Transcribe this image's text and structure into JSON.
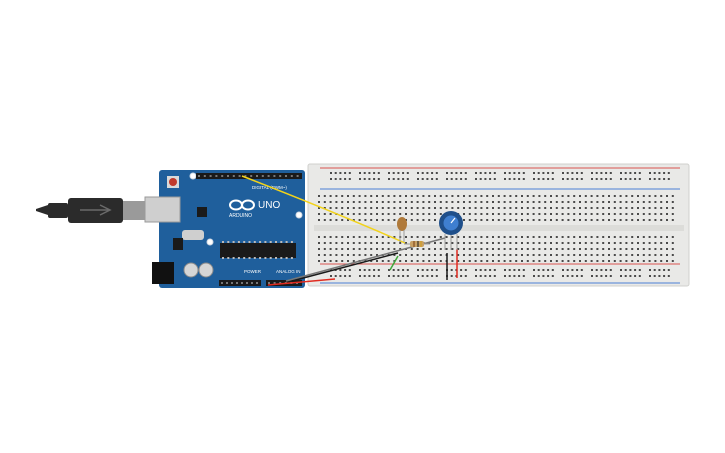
{
  "arduino": {
    "brand": "ARDUINO",
    "model": "UNO",
    "digital_label": "DIGITAL (PWM~)",
    "power_label": "POWER",
    "analog_label": "ANALOG IN",
    "board_color": "#1f5f9c",
    "header_color": "#1a1a1a"
  },
  "usb_cable": {
    "color": "#2b2b2b"
  },
  "breadboard": {
    "color": "#e9e9e7",
    "hole_color": "#4a4a4a",
    "rail_red": "#d9534f",
    "rail_blue": "#4a7fd4"
  },
  "components": {
    "potentiometer": {
      "color": "#1f4f8a",
      "knob_color": "#3f7fd0"
    },
    "ldr": {
      "color": "#b07a3a"
    },
    "resistor": {
      "color": "#c8a064"
    }
  },
  "wires": {
    "signal": "#f2d31b",
    "ground": "#1a1a1a",
    "power": "#e02b20",
    "analog": "#777777",
    "green": "#3fa63a"
  }
}
